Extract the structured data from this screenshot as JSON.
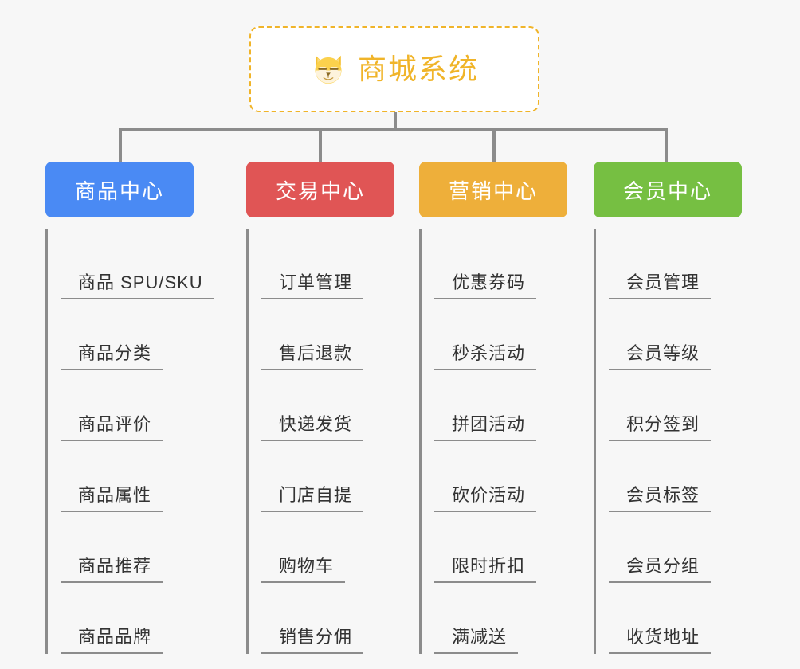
{
  "page": {
    "background_color": "#f7f7f7",
    "line_color": "#8c8c8c",
    "leaf_text_color": "#333333"
  },
  "root": {
    "title": "商城系统",
    "icon": "shiba-dog-face-icon",
    "border_color": "#f0b429",
    "text_color": "#f0b429",
    "background_color": "#ffffff"
  },
  "branches": [
    {
      "label": "商品中心",
      "color": "#4a8af4",
      "items": [
        "商品 SPU/SKU",
        "商品分类",
        "商品评价",
        "商品属性",
        "商品推荐",
        "商品品牌"
      ]
    },
    {
      "label": "交易中心",
      "color": "#e05555",
      "items": [
        "订单管理",
        "售后退款",
        "快递发货",
        "门店自提",
        "购物车",
        "销售分佣"
      ]
    },
    {
      "label": "营销中心",
      "color": "#eeaf3a",
      "items": [
        "优惠券码",
        "秒杀活动",
        "拼团活动",
        "砍价活动",
        "限时折扣",
        "满减送"
      ]
    },
    {
      "label": "会员中心",
      "color": "#76bf42",
      "items": [
        "会员管理",
        "会员等级",
        "积分签到",
        "会员标签",
        "会员分组",
        "收货地址"
      ]
    }
  ]
}
